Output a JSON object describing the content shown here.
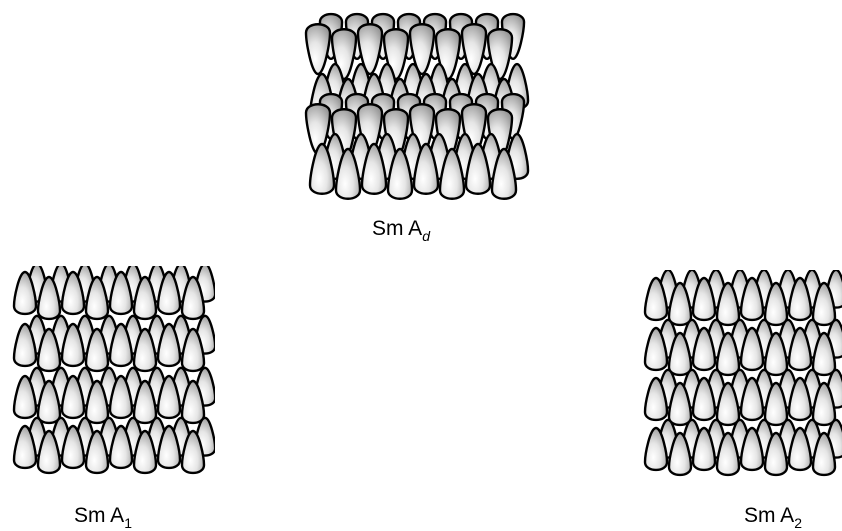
{
  "phases": [
    {
      "id": "smad",
      "label": "Sm A",
      "subscript": "d",
      "subscript_italic": true
    },
    {
      "id": "sma1",
      "label": "Sm A",
      "subscript": "1",
      "subscript_italic": false
    },
    {
      "id": "sma2",
      "label": "Sm A",
      "subscript": "2",
      "subscript_italic": false
    }
  ],
  "colors": {
    "molecule_shade": "#9a9a9a",
    "molecule_highlight": "#ffffff",
    "outline": "#000000"
  }
}
